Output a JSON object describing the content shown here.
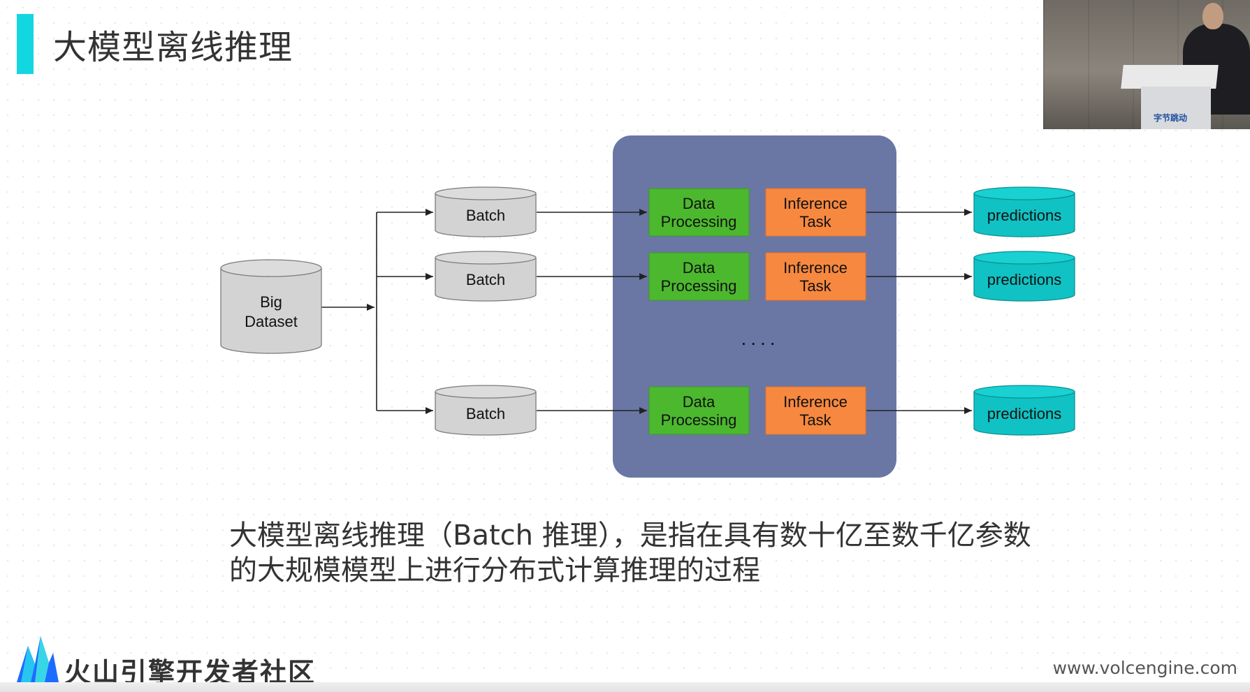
{
  "slide": {
    "title": "大模型离线推理",
    "caption_line1": "大模型离线推理（Batch 推理），是指在具有数十亿至数千亿参数",
    "caption_line2": "的大规模模型上进行分布式计算推理的过程"
  },
  "diagram": {
    "dataset_line1": "Big",
    "dataset_line2": "Dataset",
    "batches": [
      "Batch",
      "Batch",
      "Batch"
    ],
    "processing_line1": "Data",
    "processing_line2": "Processing",
    "inference_line1": "Inference",
    "inference_line2": "Task",
    "ellipsis": "....",
    "predictions": [
      "predictions",
      "predictions",
      "predictions"
    ]
  },
  "video": {
    "podium_logo": "字节跳动"
  },
  "footer": {
    "logo_text": "火山引擎开发者社区",
    "website": "www.volcengine.com"
  },
  "colors": {
    "accent": "#12d7e0",
    "processing": "#4cb82e",
    "inference": "#f7883f",
    "predictions": "#10c2c4",
    "container": "#6a77a5",
    "cylinder": "#d3d3d3"
  }
}
